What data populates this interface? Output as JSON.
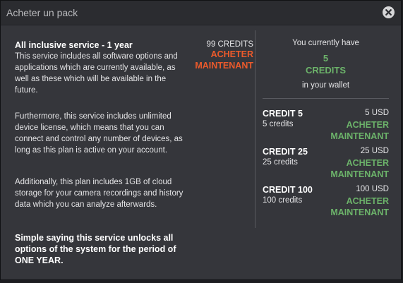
{
  "dialog": {
    "title": "Acheter un pack",
    "close_icon": "close-icon"
  },
  "plan": {
    "title": "All inclusive service - 1 year",
    "price": "99 CREDITS",
    "buy_label_line1": "ACHETER",
    "buy_label_line2": "MAINTENANT",
    "buy_color": "#ec5a2b",
    "paragraphs": [
      "This service includes all software options and applications which are currently available, as well as these which will be available in the future.",
      "Furthermore, this service includes unlimited device license, which means that you can connect and control any number of devices, as long as this plan is active on your account.",
      "Additionally, this plan includes 1GB of cloud storage for your camera recordings and history data which you can analyze afterwards."
    ],
    "summary": "Simple saying this service unlocks all options of the system for the period of ONE YEAR."
  },
  "wallet": {
    "label_top": "You currently have",
    "amount": "5",
    "unit": "CREDITS",
    "label_bottom": "in your wallet",
    "accent": "#6cb36a"
  },
  "packages": [
    {
      "name": "CREDIT 5",
      "credits": "5 credits",
      "price": "5 USD",
      "buy_line1": "ACHETER",
      "buy_line2": "MAINTENANT"
    },
    {
      "name": "CREDIT 25",
      "credits": "25 credits",
      "price": "25 USD",
      "buy_line1": "ACHETER",
      "buy_line2": "MAINTENANT"
    },
    {
      "name": "CREDIT 100",
      "credits": "100 credits",
      "price": "100 USD",
      "buy_line1": "ACHETER",
      "buy_line2": "MAINTENANT"
    }
  ]
}
